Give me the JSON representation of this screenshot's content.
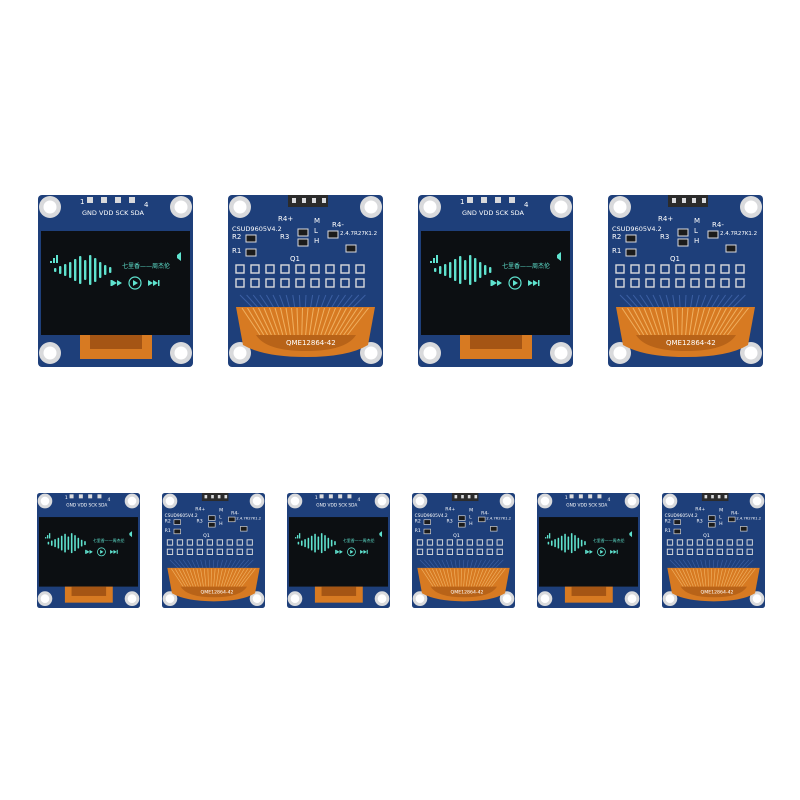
{
  "colors": {
    "background": "#ffffff",
    "pcb_blue": "#1e3f7a",
    "pcb_dark": "#13295a",
    "screen_black": "#0c0f12",
    "oled_cyan": "#5fe3cf",
    "oled_blue": "#6fa2ff",
    "ribbon_orange": "#d77a22",
    "pad_silver": "#d9dadc"
  },
  "front": {
    "pin_numbers": [
      "1",
      "4"
    ],
    "pin_labels": [
      "GND",
      "VDD",
      "SCK",
      "SDA"
    ],
    "oled_song_text": "七里香——周杰伦",
    "oled_icons": [
      "signal-icon",
      "volume-icon",
      "prev-icon",
      "play-icon",
      "next-icon"
    ]
  },
  "back": {
    "silk_labels": [
      "R4+",
      "R4-",
      "R2",
      "R3",
      "R1",
      "Q1",
      "M",
      "L",
      "H"
    ],
    "silk_note": "CSUD9605V4.2",
    "silk_value": "2.4.7R27K1.2",
    "ribbon_label": "QME12864-42"
  },
  "boards": [
    {
      "kind": "front",
      "row": "top"
    },
    {
      "kind": "back",
      "row": "top"
    },
    {
      "kind": "front",
      "row": "top"
    },
    {
      "kind": "back",
      "row": "top"
    },
    {
      "kind": "front",
      "row": "bottom"
    },
    {
      "kind": "back",
      "row": "bottom"
    },
    {
      "kind": "front",
      "row": "bottom"
    },
    {
      "kind": "back",
      "row": "bottom"
    },
    {
      "kind": "front",
      "row": "bottom"
    },
    {
      "kind": "back",
      "row": "bottom"
    }
  ]
}
